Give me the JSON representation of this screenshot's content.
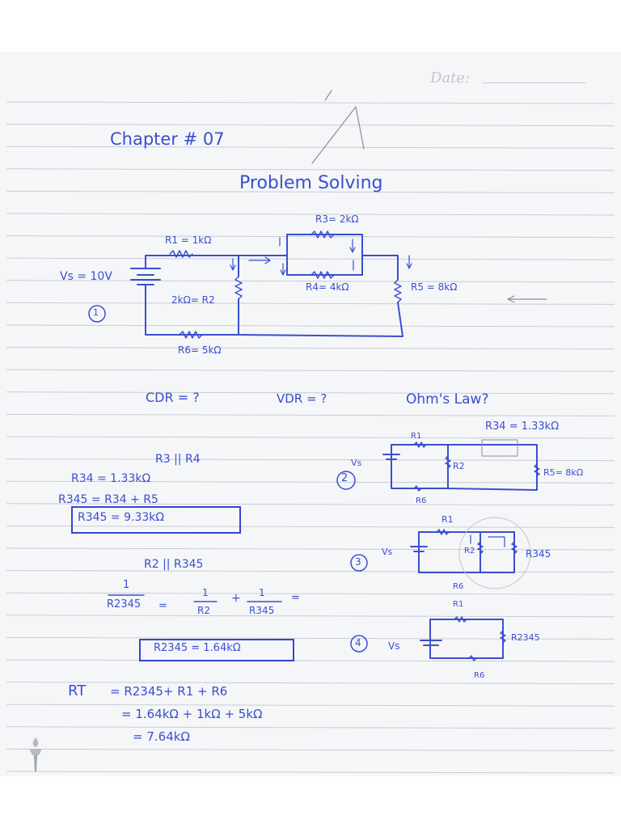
{
  "header": {
    "date_label": "Date:"
  },
  "heading": {
    "chapter": "Chapter # 07",
    "subtitle": "Problem Solving"
  },
  "circuit1": {
    "number": "1",
    "source": "Vs = 10V",
    "r1": "R1 = 1kΩ",
    "r2": "2kΩ= R2",
    "r3": "R3= 2kΩ",
    "r4": "R4= 4kΩ",
    "r5": "R5 = 8kΩ",
    "r6": "R6= 5kΩ"
  },
  "questions": {
    "cdr": "CDR = ?",
    "vdr": "VDR = ?",
    "ohm": "Ohm's Law?"
  },
  "work": {
    "parallel_34": "R3 || R4",
    "r34": "R34 = 1.33kΩ",
    "r345_eq": "R345 = R34 + R5",
    "r345": "R345 = 9.33kΩ",
    "parallel_2345": "R2 || R345",
    "recip_num": "1",
    "recip_den": "R2345",
    "recip_eq": "=",
    "frac1_num": "1",
    "frac1_den": "R2",
    "plus": "+",
    "frac2_num": "1",
    "frac2_den": "R345",
    "trailing_eq": "=",
    "r2345": "R2345 = 1.64kΩ",
    "rt_label": "RT",
    "rt_line1": "= R2345+ R1 + R6",
    "rt_line2": "= 1.64kΩ + 1kΩ + 5kΩ",
    "rt_line3": "= 7.64kΩ"
  },
  "circuit2": {
    "number": "2",
    "r34_note": "R34 = 1.33kΩ",
    "r1": "R1",
    "source": "Vs",
    "r2": "R2",
    "r5": "R5= 8kΩ",
    "r6": "R6"
  },
  "circuit3": {
    "number": "3",
    "r1": "R1",
    "source": "Vs",
    "r2": "R2",
    "r345": "R345",
    "r6": "R6"
  },
  "circuit4": {
    "number": "4",
    "r1": "R1",
    "source": "Vs",
    "r2345": "R2345",
    "r6": "R6"
  },
  "colors": {
    "ink": "#3a4fd0",
    "rule": "#c8ccd4",
    "paper": "#f5f6f8"
  },
  "icons": {
    "logo": "torch-logo-icon"
  }
}
